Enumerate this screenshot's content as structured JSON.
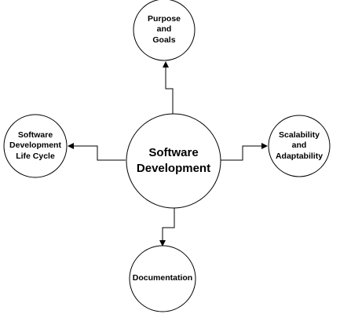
{
  "nodes": {
    "center": {
      "label": "Software\nDevelopment"
    },
    "top": {
      "label": "Purpose\nand\nGoals"
    },
    "left": {
      "label": "Software\nDevelopment\nLife Cycle"
    },
    "right": {
      "label": "Scalability\nand\nAdaptability"
    },
    "bottom": {
      "label": "Documentation"
    }
  },
  "colors": {
    "stroke": "#000000",
    "fill": "#ffffff",
    "background": "#ffffff"
  }
}
